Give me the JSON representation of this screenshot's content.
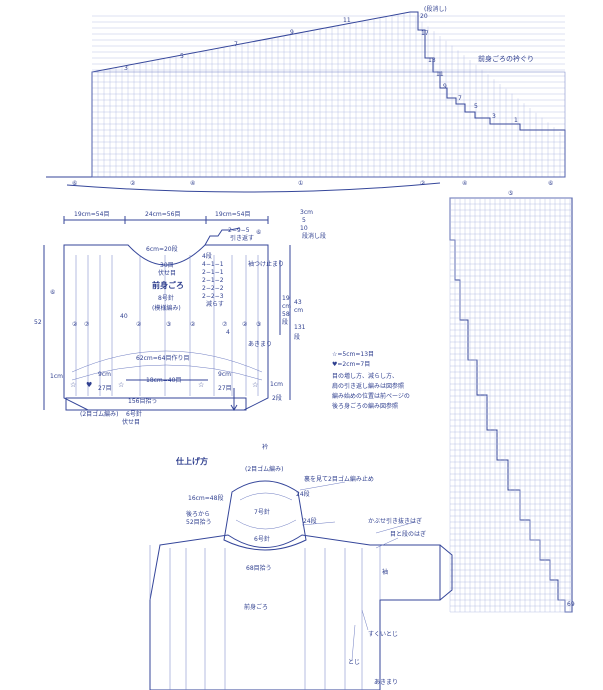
{
  "colors": {
    "ink": "#2f3f8f",
    "grid": "#a9b2e0",
    "paper": "#ffffff"
  },
  "chart_top": {
    "title": "前身ごろの衿ぐり",
    "top_label": "(段消し)",
    "right_rows": [
      "20",
      "17",
      "13",
      "11",
      "9",
      "7",
      "5",
      "3",
      "1"
    ],
    "top_nums": [
      "11",
      "9",
      "7",
      "5",
      "3"
    ],
    "pattern_labels": [
      "⑥",
      "②",
      "④",
      "①",
      "②",
      "④",
      "⑥"
    ]
  },
  "schematic": {
    "top_dims": [
      "19cm=54目",
      "24cm=56目",
      "19cm=54目"
    ],
    "right_top": [
      "3cm",
      "5",
      "10",
      "段消し段"
    ],
    "neck": [
      "6cm=20段",
      "30目",
      "伏せ目"
    ],
    "title": "前身ごろ",
    "needle": "8号針",
    "method": "(模様編み)",
    "shaping": [
      "2−9−5",
      "引き返す",
      "4段",
      "4−1−1",
      "2−1−1",
      "2−1−2",
      "2−2−2",
      "2−2−3",
      "減らす"
    ],
    "side_left": "52",
    "side_right": [
      "43",
      "cm",
      "131",
      "段"
    ],
    "side_label_right": [
      "19",
      "cm",
      "58",
      "段"
    ],
    "cm40": "40",
    "cm4": "4",
    "sides": [
      "②",
      "⑦",
      "②",
      "③",
      "②",
      "⑦",
      "②",
      "③"
    ],
    "bottom_mid": "62cm=64目作り目",
    "nine_cm_left": "9cm",
    "nine_cm_right": "9cm",
    "twentyseven": "27目",
    "eighteen": "18cm=40目",
    "one_cm": "1cm",
    "side_text": [
      "袖つけ止まり",
      "あきまり"
    ],
    "bottom": "156目拾う",
    "rib": "(2目ゴム編み)",
    "rib_needle": "6号針",
    "cast_off": "伏せ目",
    "pattern_num": "⑥",
    "dims_6cm": "6cm",
    "dims_20": "20",
    "dims_1cm": "1cm",
    "dims_2": "2段"
  },
  "notes": {
    "star": "☆=5cm=13目",
    "heart": "♥=2cm=7目",
    "lines": [
      "目の増し方、減らし方、",
      "肩の引き返し編みは図参照",
      "編み始めの位置は前ページの",
      "後ろ身ごろの編み図参照"
    ]
  },
  "strip": {
    "label": "⑤",
    "bottom": "69"
  },
  "finishing": {
    "title": "仕上げ方",
    "collar_top": "衿",
    "collar_top2": "(2目ゴム編み)",
    "collar_note": "裏を見て2目ゴム編み止め",
    "rows24": "24段",
    "rows24b": "24段",
    "needle7": "7号針",
    "needle6": "6号針",
    "collar_dim": "16cm=48段",
    "back_pick": [
      "後ろから",
      "52目拾う"
    ],
    "pick68": "68目拾う",
    "front": "前身ごろ",
    "kabuse": "かぶせ引き抜きはぎ",
    "mejoin": "目と段のはぎ",
    "sleeve": "袖",
    "sukui": "すくいとじ",
    "toji": "とじ",
    "akimari": "あきまり"
  }
}
